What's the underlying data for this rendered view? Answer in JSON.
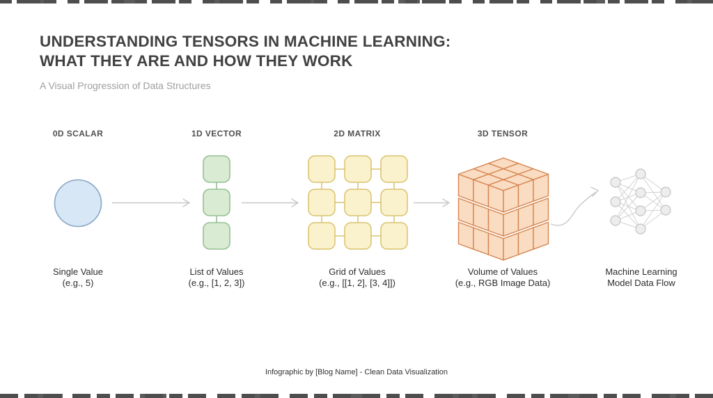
{
  "header": {
    "title_line1": "UNDERSTANDING TENSORS IN MACHINE LEARNING:",
    "title_line2": "WHAT THEY ARE AND HOW THEY WORK",
    "subtitle": "A Visual Progression of Data Structures"
  },
  "stages": [
    {
      "label": "0D SCALAR",
      "caption_line1": "Single Value",
      "caption_line2": "(e.g., 5)",
      "shape": "circle"
    },
    {
      "label": "1D VECTOR",
      "caption_line1": "List of Values",
      "caption_line2": "(e.g., [1, 2, 3])",
      "shape": "vector-3"
    },
    {
      "label": "2D MATRIX",
      "caption_line1": "Grid of Values",
      "caption_line2": "(e.g., [[1, 2], [3, 4]])",
      "shape": "matrix-3x3"
    },
    {
      "label": "3D TENSOR",
      "caption_line1": "Volume of Values",
      "caption_line2": "(e.g., RGB Image Data)",
      "shape": "cube-3x3x3"
    },
    {
      "label": "",
      "caption_line1": "Machine Learning",
      "caption_line2": "Model Data Flow",
      "shape": "neural-network"
    }
  ],
  "footer": {
    "credit": "Infographic by [Blog Name] - Clean Data Visualization"
  },
  "colors": {
    "scalar_fill": "#d7e7f5",
    "scalar_stroke": "#89a6c7",
    "vector_fill": "#daebd3",
    "vector_stroke": "#94c093",
    "matrix_fill": "#faf1cd",
    "matrix_stroke": "#d8c26d",
    "tensor_fill": "#fadcc2",
    "tensor_stroke": "#d5854f",
    "arrow": "#c8c8c8",
    "nn_node_fill": "#ededed",
    "nn_node_stroke": "#c3c3c3",
    "nn_edge": "#d2d2d2"
  }
}
